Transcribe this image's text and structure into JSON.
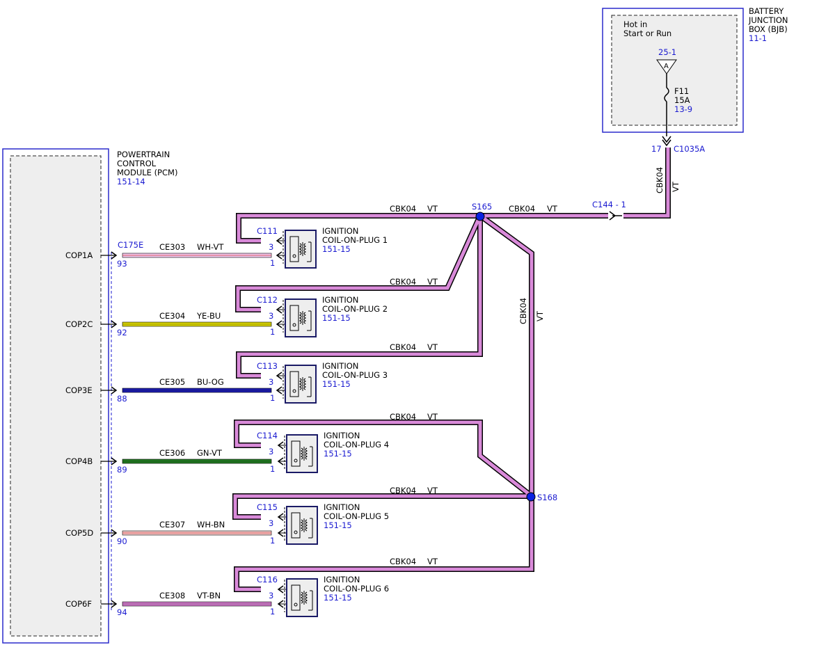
{
  "colors": {
    "vt": "#d98ad9",
    "vt_dark": "#000000",
    "box_blue": "#2a2acc",
    "ref_blue": "#1a1ad0",
    "module_fill": "#eeeeee",
    "ce303": "#f1c9ee",
    "ce304": "#d8d300",
    "ce305": "#1d1db0",
    "ce306": "#227a22",
    "ce307": "#f1c6c6",
    "ce308": "#cc77c6"
  },
  "bjb": {
    "name_line1": "BATTERY",
    "name_line2": "JUNCTION",
    "name_line3": "BOX (BJB)",
    "ref": "11-1",
    "hot_line1": "Hot in",
    "hot_line2": "Start or Run",
    "bus_ref": "25-1",
    "bus_letter": "A",
    "fuse_name": "F11",
    "fuse_rating": "15A",
    "fuse_ref": "13-9",
    "pin": "17",
    "connector": "C1035A"
  },
  "pcm": {
    "name_line1": "POWERTRAIN",
    "name_line2": "CONTROL",
    "name_line3": "MODULE (PCM)",
    "ref": "151-14",
    "connector": "C175E"
  },
  "main_feed": {
    "circuit": "CBK04",
    "color": "VT",
    "inline_connector": "C144 - 1"
  },
  "splices": {
    "s165": "S165",
    "s168": "S168"
  },
  "circuits": [
    {
      "signal": "COP1A",
      "pcm_pin": "93",
      "circuit": "CE303",
      "wire_color": "WH-VT",
      "connector": "C111",
      "supply_pin": "3",
      "signal_pin": "1",
      "supply_circuit": "CBK04",
      "supply_color": "VT",
      "coil_line1": "IGNITION",
      "coil_line2": "COIL-ON-PLUG 1",
      "coil_ref": "151-15"
    },
    {
      "signal": "COP2C",
      "pcm_pin": "92",
      "circuit": "CE304",
      "wire_color": "YE-BU",
      "connector": "C112",
      "supply_pin": "3",
      "signal_pin": "1",
      "supply_circuit": "CBK04",
      "supply_color": "VT",
      "coil_line1": "IGNITION",
      "coil_line2": "COIL-ON-PLUG 2",
      "coil_ref": "151-15"
    },
    {
      "signal": "COP3E",
      "pcm_pin": "88",
      "circuit": "CE305",
      "wire_color": "BU-OG",
      "connector": "C113",
      "supply_pin": "3",
      "signal_pin": "1",
      "supply_circuit": "CBK04",
      "supply_color": "VT",
      "coil_line1": "IGNITION",
      "coil_line2": "COIL-ON-PLUG 3",
      "coil_ref": "151-15"
    },
    {
      "signal": "COP4B",
      "pcm_pin": "89",
      "circuit": "CE306",
      "wire_color": "GN-VT",
      "connector": "C114",
      "supply_pin": "3",
      "signal_pin": "1",
      "supply_circuit": "CBK04",
      "supply_color": "VT",
      "coil_line1": "IGNITION",
      "coil_line2": "COIL-ON-PLUG 4",
      "coil_ref": "151-15"
    },
    {
      "signal": "COP5D",
      "pcm_pin": "90",
      "circuit": "CE307",
      "wire_color": "WH-BN",
      "connector": "C115",
      "supply_pin": "3",
      "signal_pin": "1",
      "supply_circuit": "CBK04",
      "supply_color": "VT",
      "coil_line1": "IGNITION",
      "coil_line2": "COIL-ON-PLUG 5",
      "coil_ref": "151-15"
    },
    {
      "signal": "COP6F",
      "pcm_pin": "94",
      "circuit": "CE308",
      "wire_color": "VT-BN",
      "connector": "C116",
      "supply_pin": "3",
      "signal_pin": "1",
      "supply_circuit": "CBK04",
      "supply_color": "VT",
      "coil_line1": "IGNITION",
      "coil_line2": "COIL-ON-PLUG 6",
      "coil_ref": "151-15"
    }
  ]
}
